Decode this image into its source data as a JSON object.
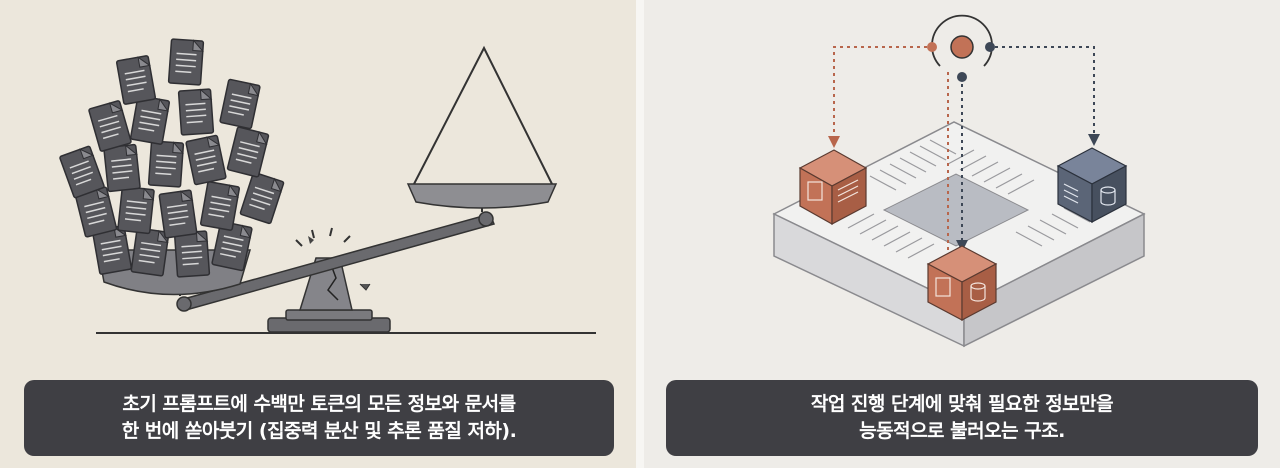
{
  "left_panel": {
    "caption_line1": "초기 프롬프트에 수백만 토큰의 모든 정보와 문서를",
    "caption_line2": "한 번에 쏟아붓기 (집중력 분산 및 추론 품질 저하)."
  },
  "right_panel": {
    "caption_line1": "작업 진행 단계에 맞춰 필요한 정보만을",
    "caption_line2": "능동적으로 불러오는 구조."
  },
  "colors": {
    "left_background": "#ece7dc",
    "right_background": "#eeece8",
    "caption_background": "#3f3f44",
    "document_dark": "#55555a",
    "accent_orange": "#c27257",
    "accent_slate": "#5b6577"
  },
  "icons": [
    "document-icon",
    "balance-scale-icon",
    "crack-icon",
    "hub-node-icon",
    "document-cube-icon",
    "database-cube-icon",
    "staircase-icon"
  ]
}
